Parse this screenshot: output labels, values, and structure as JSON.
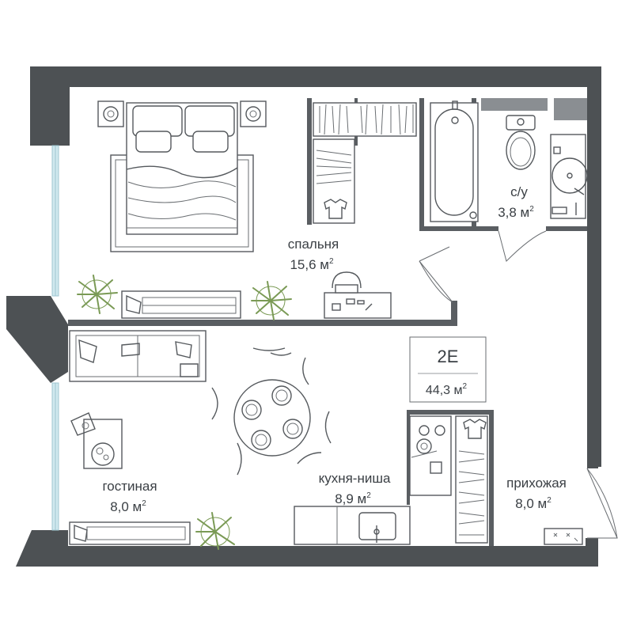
{
  "apartment": {
    "code": "2E",
    "total_area": "44,3 м",
    "area_unit_sup": "2"
  },
  "rooms": {
    "bedroom": {
      "name": "спальня",
      "area": "15,6 м",
      "sup": "2"
    },
    "bathroom": {
      "name": "с/у",
      "area": "3,8 м",
      "sup": "2"
    },
    "living": {
      "name": "гостиная",
      "area": "8,0 м",
      "sup": "2"
    },
    "kitchen": {
      "name": "кухня-ниша",
      "area": "8,9 м",
      "sup": "2"
    },
    "hallway": {
      "name": "прихожая",
      "area": "8,0 м",
      "sup": "2"
    }
  },
  "colors": {
    "wall": "#4d5154",
    "window": "#cfe8ee",
    "fixture_accent": "#8a8e92",
    "plant": "#7a9a55",
    "text": "#3a3f44"
  },
  "icons": [
    "bed-icon",
    "nightstand-icon",
    "wardrobe-icon",
    "bathtub-icon",
    "toilet-icon",
    "washbasin-icon",
    "sofa-icon",
    "dining-table-icon",
    "chair-icon",
    "plant-icon",
    "stove-icon",
    "sink-icon",
    "door-swing-icon",
    "shirt-icon"
  ]
}
